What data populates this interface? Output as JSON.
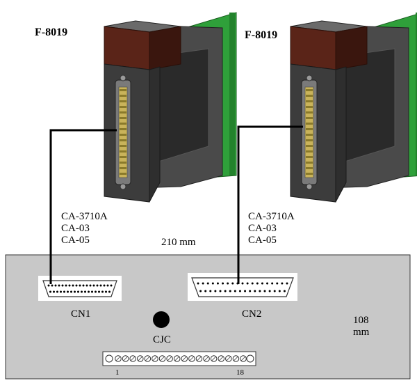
{
  "modules": [
    {
      "model": "F-8019"
    },
    {
      "model": "F-8019"
    }
  ],
  "cables": [
    {
      "lines": [
        "CA-3710A",
        "CA-03",
        "CA-05"
      ]
    },
    {
      "lines": [
        "CA-3710A",
        "CA-03",
        "CA-05"
      ]
    }
  ],
  "board": {
    "width_label": "210 mm",
    "height_label_line1": "108",
    "height_label_line2": "mm",
    "connectors": [
      "CN1",
      "CN2"
    ],
    "cjc_label": "CJC",
    "terminal_start": "1",
    "terminal_end": "18",
    "terminal_count": 18
  },
  "colors": {
    "module_body": "#3a3a3a",
    "module_cap": "#5a2418",
    "rail_green": "#2fa03a",
    "board_fill": "#c8c8c8"
  }
}
